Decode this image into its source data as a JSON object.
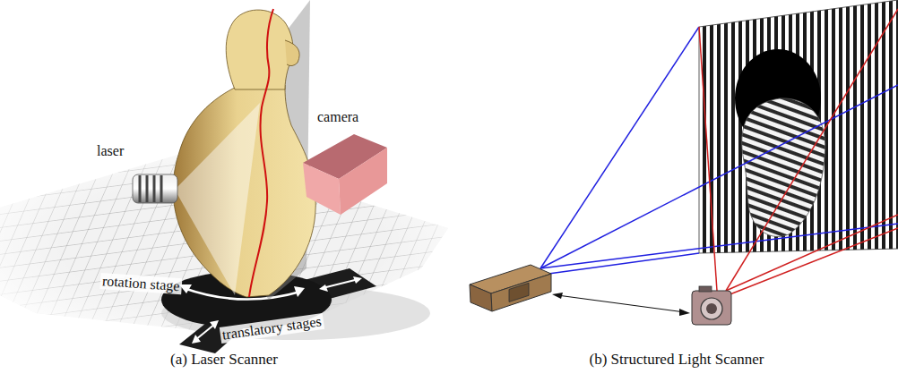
{
  "diagram": {
    "labels": [
      "laser",
      "camera",
      "rotation stage",
      "translatory stages",
      "(a) Laser Scanner",
      "(b) Structured Light Scanner"
    ]
  }
}
